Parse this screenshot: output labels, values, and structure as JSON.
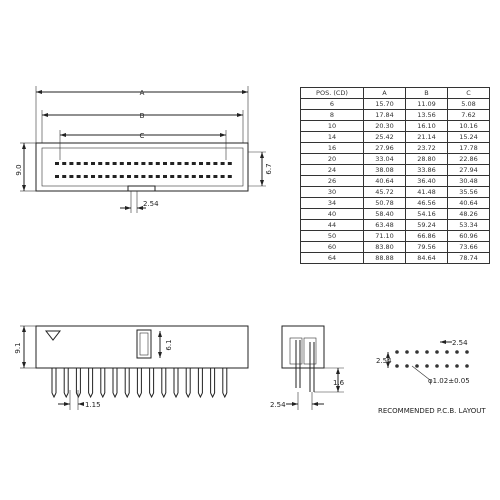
{
  "dims": {
    "A": "A",
    "B": "B",
    "C": "C",
    "height_left": "9.0",
    "height_right": "6.7",
    "pitch_top": "2.54",
    "pin_height": "9.1",
    "inner": "6.1",
    "pin_len": "1.6",
    "pitch_bottom": "2.54",
    "spacing_side": "2.54",
    "bottom_pitch": "1.15",
    "hole_dia": "φ1.02±0.05",
    "layout_right": "2.54",
    "layout_left": "2.54"
  },
  "note": "RECOMMENDED P.C.B. LAYOUT",
  "table": {
    "headers": [
      "POS. (CD)",
      "A",
      "B",
      "C"
    ],
    "rows": [
      [
        "6",
        "15.70",
        "11.09",
        "5.08"
      ],
      [
        "8",
        "17.84",
        "13.56",
        "7.62"
      ],
      [
        "10",
        "20.30",
        "16.10",
        "10.16"
      ],
      [
        "14",
        "25.42",
        "21.14",
        "15.24"
      ],
      [
        "16",
        "27.96",
        "23.72",
        "17.78"
      ],
      [
        "20",
        "33.04",
        "28.80",
        "22.86"
      ],
      [
        "24",
        "38.08",
        "33.86",
        "27.94"
      ],
      [
        "26",
        "40.64",
        "36.40",
        "30.48"
      ],
      [
        "30",
        "45.72",
        "41.48",
        "35.56"
      ],
      [
        "34",
        "50.78",
        "46.56",
        "40.64"
      ],
      [
        "40",
        "58.40",
        "54.16",
        "48.26"
      ],
      [
        "44",
        "63.48",
        "59.24",
        "53.34"
      ],
      [
        "50",
        "71.10",
        "66.86",
        "60.96"
      ],
      [
        "60",
        "83.80",
        "79.56",
        "73.66"
      ],
      [
        "64",
        "88.88",
        "84.64",
        "78.74"
      ]
    ]
  }
}
